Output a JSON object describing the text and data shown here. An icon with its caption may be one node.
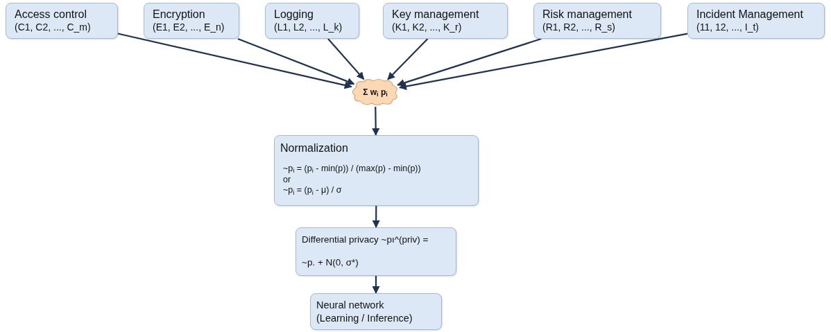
{
  "diagram": {
    "nodes": [
      {
        "text": [
          "Access control",
          "(C1, C2, ..., C_m)"
        ]
      },
      {
        "text": [
          "Encryption",
          "(E1, E2, ..., E_n)"
        ]
      },
      {
        "text": [
          "Logging",
          "(L1, L2, ..., L_k)"
        ]
      },
      {
        "text": [
          "Key management",
          "(K1, K2, ..., K_r)"
        ]
      },
      {
        "text": [
          "Risk management",
          "(R1, R2, ..., R_s)"
        ]
      },
      {
        "text": [
          "Incident Management",
          "(11, 12, ..., I_t)"
        ]
      },
      {
        "text": [
          "Σ w$_{i}$ p$_{i}$"
        ]
      },
      {
        "text": [
          "Normalization",
          "~p$_{i}$ = (p$_{i}$ - min(p)) / (max(p) - min(p))",
          "or",
          "~p$_{i}$ = (p$_{i}$ - μ) / σ"
        ]
      },
      {
        "text": [
          "Differential privacy ~pı^(priv) =",
          "~p. + N(0, σ*)"
        ]
      },
      {
        "text": [
          "Neural network (Learning / Inference)"
        ]
      }
    ],
    "edges": [
      {
        "from": 0,
        "to": 6,
        "arrow": "to"
      },
      {
        "from": 1,
        "to": 6,
        "arrow": "to"
      },
      {
        "from": 2,
        "to": 6,
        "arrow": "to"
      },
      {
        "from": 3,
        "to": 6,
        "arrow": "to"
      },
      {
        "from": 4,
        "to": 6,
        "arrow": "to"
      },
      {
        "from": 5,
        "to": 6,
        "arrow": "to"
      },
      {
        "from": 6,
        "to": 7,
        "arrow": "to"
      },
      {
        "from": 7,
        "to": 8,
        "arrow": "to"
      },
      {
        "from": 8,
        "to": 9,
        "arrow": "to"
      }
    ]
  }
}
